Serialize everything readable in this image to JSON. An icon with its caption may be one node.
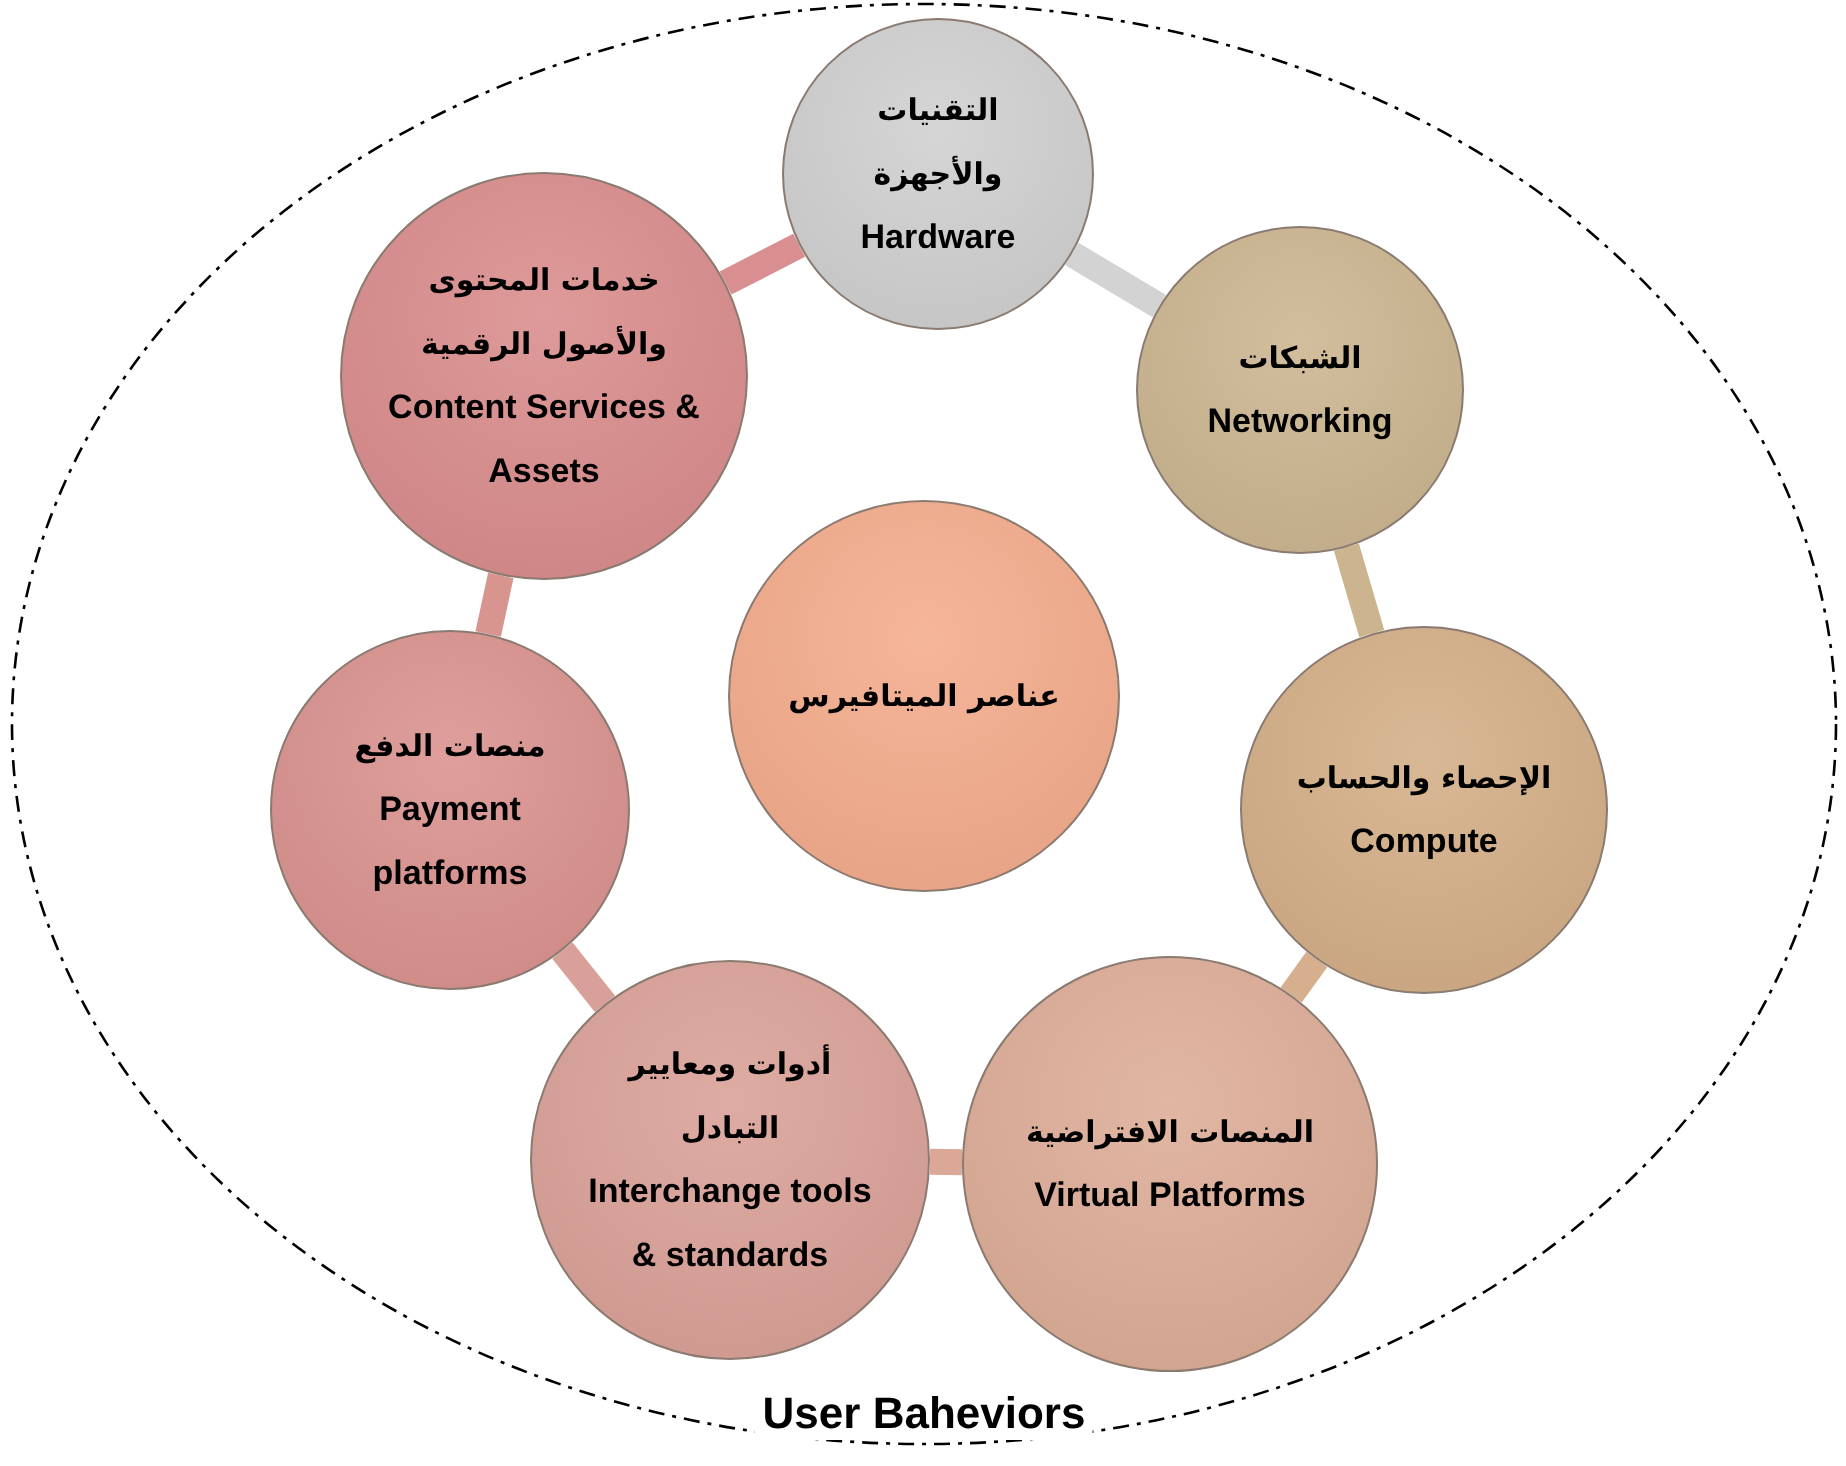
{
  "diagram": {
    "nodes": [
      {
        "text": [
          "User Baheviors"
        ]
      },
      {
        "text": [
          "التقنيات والأجهزة",
          "Hardware"
        ],
        "in": 0
      },
      {
        "text": [
          "خدمات المحتوى والأصول الرقمية",
          "Content Services & Assets"
        ],
        "in": 0
      },
      {
        "text": [
          "الشبكات",
          "Networking"
        ],
        "in": 0
      },
      {
        "text": [
          "عناصر الميتافيرس"
        ],
        "in": 0
      },
      {
        "text": [
          "منصات الدفع",
          "Payment platforms"
        ],
        "in": 0
      },
      {
        "text": [
          "الإحصاء والحساب",
          "Compute"
        ],
        "in": 0
      },
      {
        "text": [
          "أدوات ومعايير التبادل",
          "Interchange tools & standards"
        ],
        "in": 0
      },
      {
        "text": [
          "المنصات الافتراضية",
          "Virtual Platforms"
        ],
        "in": 0
      }
    ],
    "edges": [
      {
        "from": 1,
        "to": 3,
        "arrow": "none",
        "color": "#d3d3d3"
      },
      {
        "from": 3,
        "to": 6,
        "arrow": "none",
        "color": "#cbb48e"
      },
      {
        "from": 6,
        "to": 8,
        "arrow": "none",
        "color": "#d6b08e"
      },
      {
        "from": 8,
        "to": 7,
        "arrow": "none",
        "color": "#dba797"
      },
      {
        "from": 7,
        "to": 5,
        "arrow": "none",
        "color": "#d8a098"
      },
      {
        "from": 5,
        "to": 2,
        "arrow": "none",
        "color": "#d89590"
      },
      {
        "from": 2,
        "to": 1,
        "arrow": "none",
        "color": "#d98f8f"
      }
    ]
  }
}
